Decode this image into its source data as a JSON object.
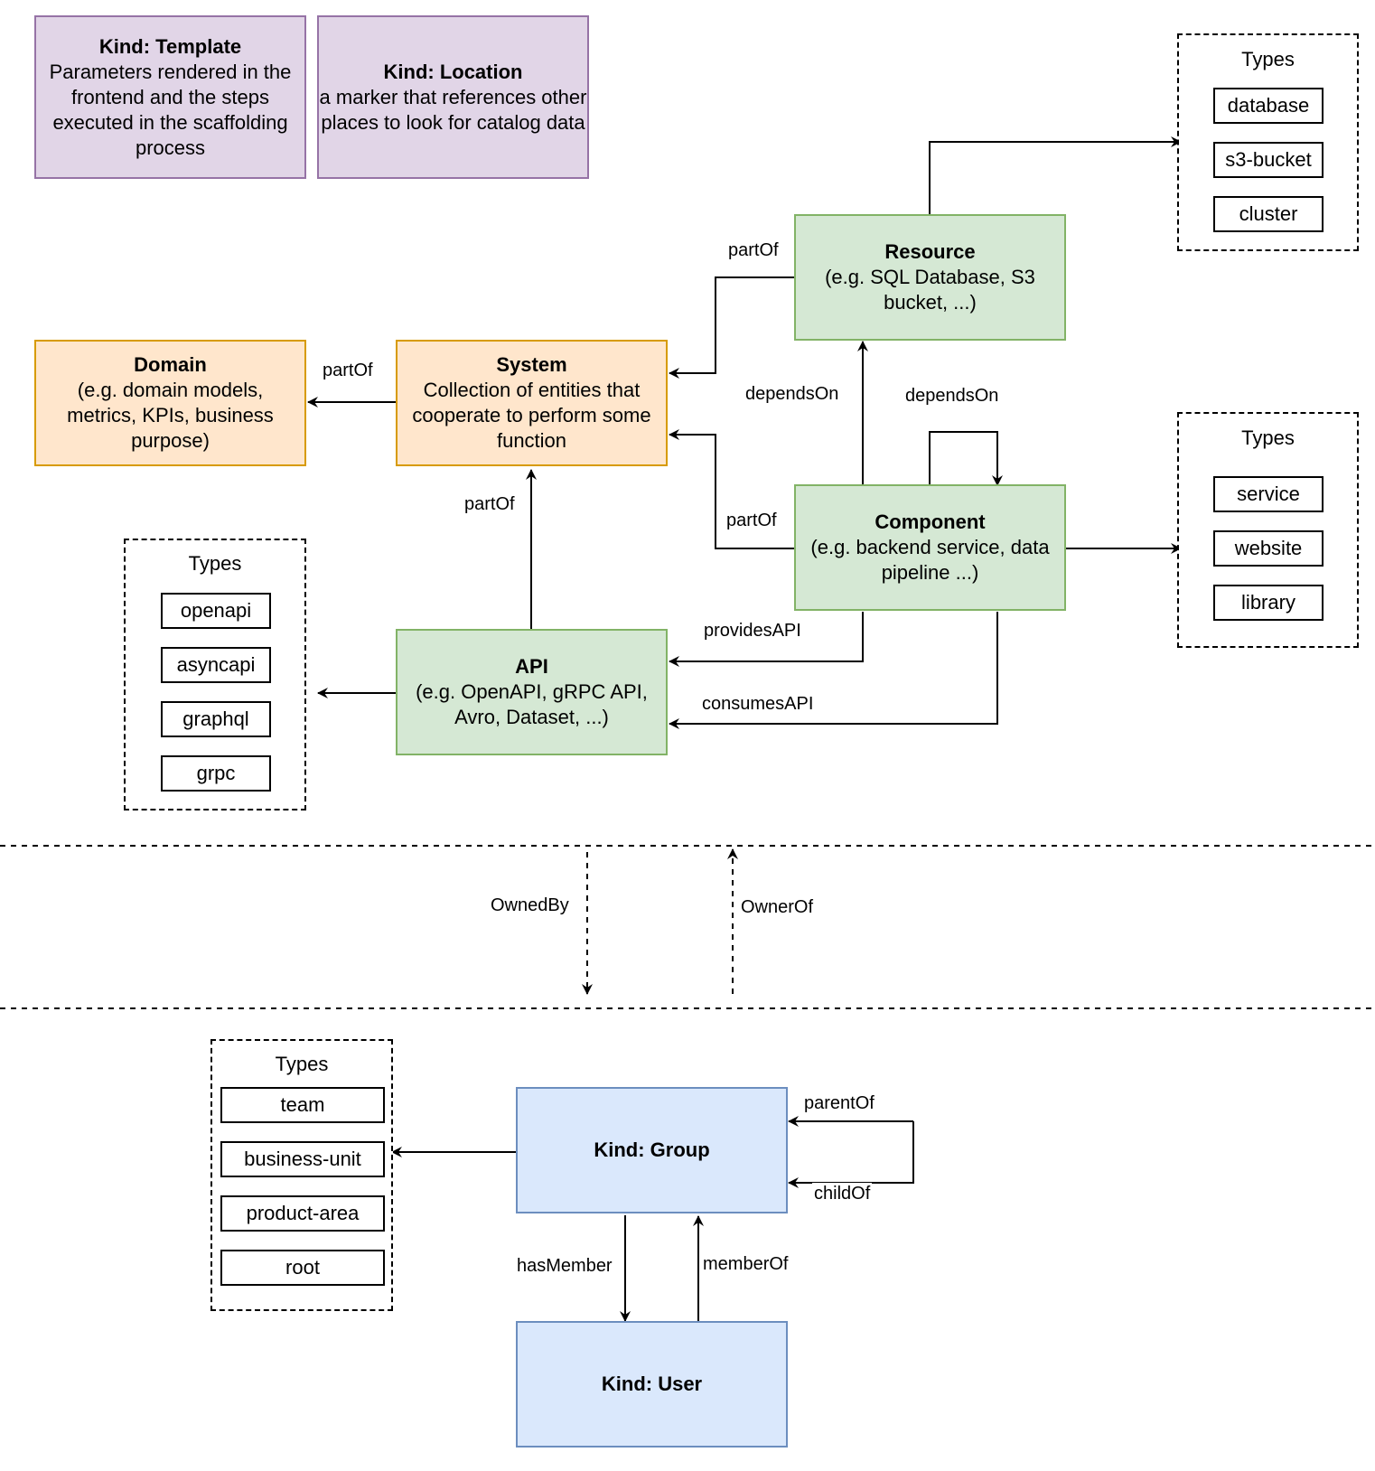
{
  "nodes": {
    "template": {
      "title": "Kind: Template",
      "desc": "Parameters rendered in the frontend and the steps executed in  the scaffolding process"
    },
    "location": {
      "title": "Kind: Location",
      "desc": "a marker that references other places to look for catalog data"
    },
    "domain": {
      "title": "Domain",
      "desc": "(e.g.  domain models, metrics, KPIs, business purpose)"
    },
    "system": {
      "title": "System",
      "desc": "Collection of entities that cooperate to perform some function"
    },
    "resource": {
      "title": "Resource",
      "desc": "(e.g. SQL Database, S3 bucket, ...)"
    },
    "component": {
      "title": "Component",
      "desc": "(e.g. backend service, data pipeline ...)"
    },
    "api": {
      "title": "API",
      "desc": "(e.g. OpenAPI, gRPC API, Avro, Dataset, ...)"
    },
    "group": {
      "title": "Kind: Group"
    },
    "user": {
      "title": "Kind: User"
    }
  },
  "types_groups": {
    "resource_types": {
      "heading": "Types",
      "items": [
        "database",
        "s3-bucket",
        "cluster"
      ]
    },
    "component_types": {
      "heading": "Types",
      "items": [
        "service",
        "website",
        "library"
      ]
    },
    "api_types": {
      "heading": "Types",
      "items": [
        "openapi",
        "asyncapi",
        "graphql",
        "grpc"
      ]
    },
    "group_types": {
      "heading": "Types",
      "items": [
        "team",
        "business-unit",
        "product-area",
        "root"
      ]
    }
  },
  "edge_labels": {
    "resource_partof_system": "partOf",
    "system_partof_domain": "partOf",
    "component_dependson_resource": "dependsOn",
    "component_dependson_component": "dependsOn",
    "component_partof_system": "partOf",
    "api_partof_system": "partOf",
    "component_providesapi": "providesAPI",
    "component_consumesapi": "consumesAPI",
    "ownedby": "OwnedBy",
    "ownerof": "OwnerOf",
    "group_parentof": "parentOf",
    "group_childof": "childOf",
    "group_hasmember": "hasMember",
    "user_memberof": "memberOf"
  }
}
